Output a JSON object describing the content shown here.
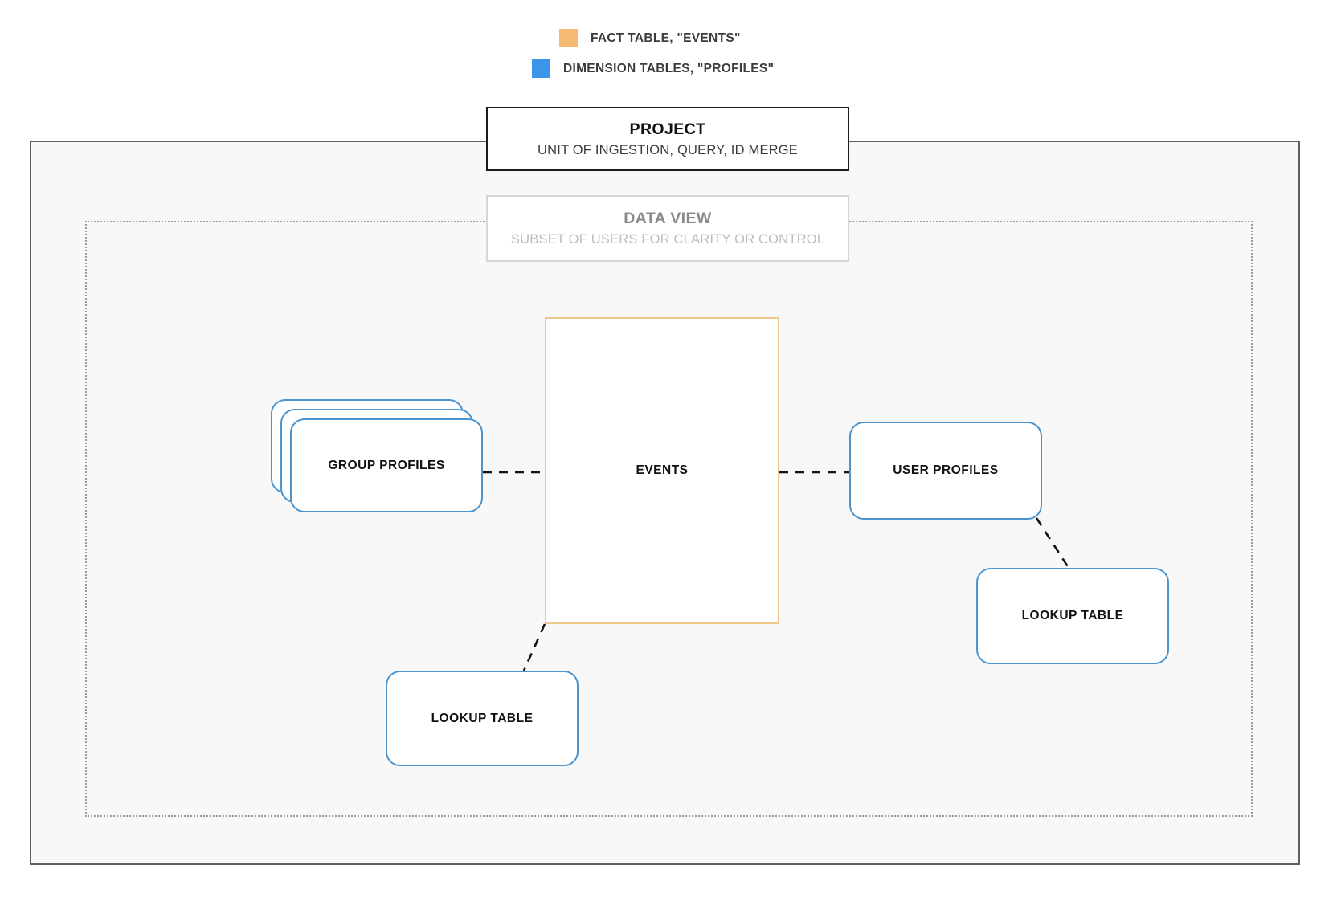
{
  "legend": {
    "items": [
      {
        "icon": "orange-square-swatch",
        "color": "#f5b971",
        "label": "FACT TABLE, \"EVENTS\""
      },
      {
        "icon": "blue-square-swatch",
        "color": "#3b95e8",
        "label": "DIMENSION TABLES, \"PROFILES\""
      }
    ]
  },
  "containers": {
    "project": {
      "title": "PROJECT",
      "subtitle": "UNIT OF INGESTION, QUERY, ID MERGE",
      "border_color": "#1b1b1b",
      "fill_color": "#f8f8f8"
    },
    "data_view": {
      "title": "DATA VIEW",
      "subtitle": "SUBSET OF USERS FOR CLARITY OR CONTROL",
      "border_color": "#d5d5d5",
      "text_color": "#8a8a8a"
    }
  },
  "nodes": {
    "events": {
      "label": "EVENTS",
      "color": "#eec98b"
    },
    "group_profiles": {
      "label": "GROUP PROFILES",
      "color": "#4a94cf",
      "stack_count": 3
    },
    "user_profiles": {
      "label": "USER PROFILES",
      "color": "#4a94cf"
    },
    "lookup_table_left": {
      "label": "LOOKUP TABLE",
      "color": "#4a94cf"
    },
    "lookup_table_right": {
      "label": "LOOKUP TABLE",
      "color": "#4a94cf"
    }
  },
  "edges": [
    {
      "from": "group_profiles",
      "to": "events",
      "style": "dashed"
    },
    {
      "from": "events",
      "to": "user_profiles",
      "style": "dashed"
    },
    {
      "from": "events",
      "to": "lookup_table_left",
      "style": "dashed"
    },
    {
      "from": "user_profiles",
      "to": "lookup_table_right",
      "style": "dashed"
    }
  ]
}
